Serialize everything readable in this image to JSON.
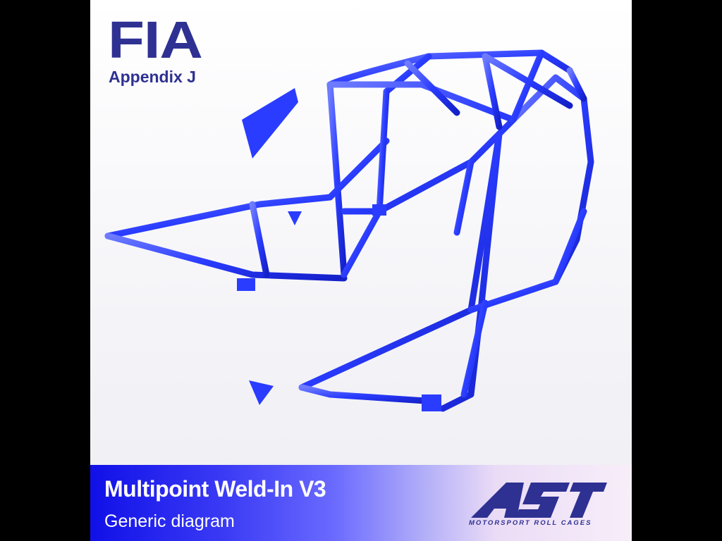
{
  "header": {
    "brand": "FIA",
    "subtitle": "Appendix J"
  },
  "banner": {
    "title": "Multipoint Weld-In V3",
    "subtitle": "Generic diagram"
  },
  "logo": {
    "text": "AST",
    "tagline": "MOTORSPORT ROLL CAGES"
  },
  "colors": {
    "brand": "#2e3192",
    "cage": "#2a3cff",
    "banner_start": "#1010e8",
    "banner_end": "#f7eef9"
  },
  "image": {
    "subject": "roll-cage-render"
  }
}
